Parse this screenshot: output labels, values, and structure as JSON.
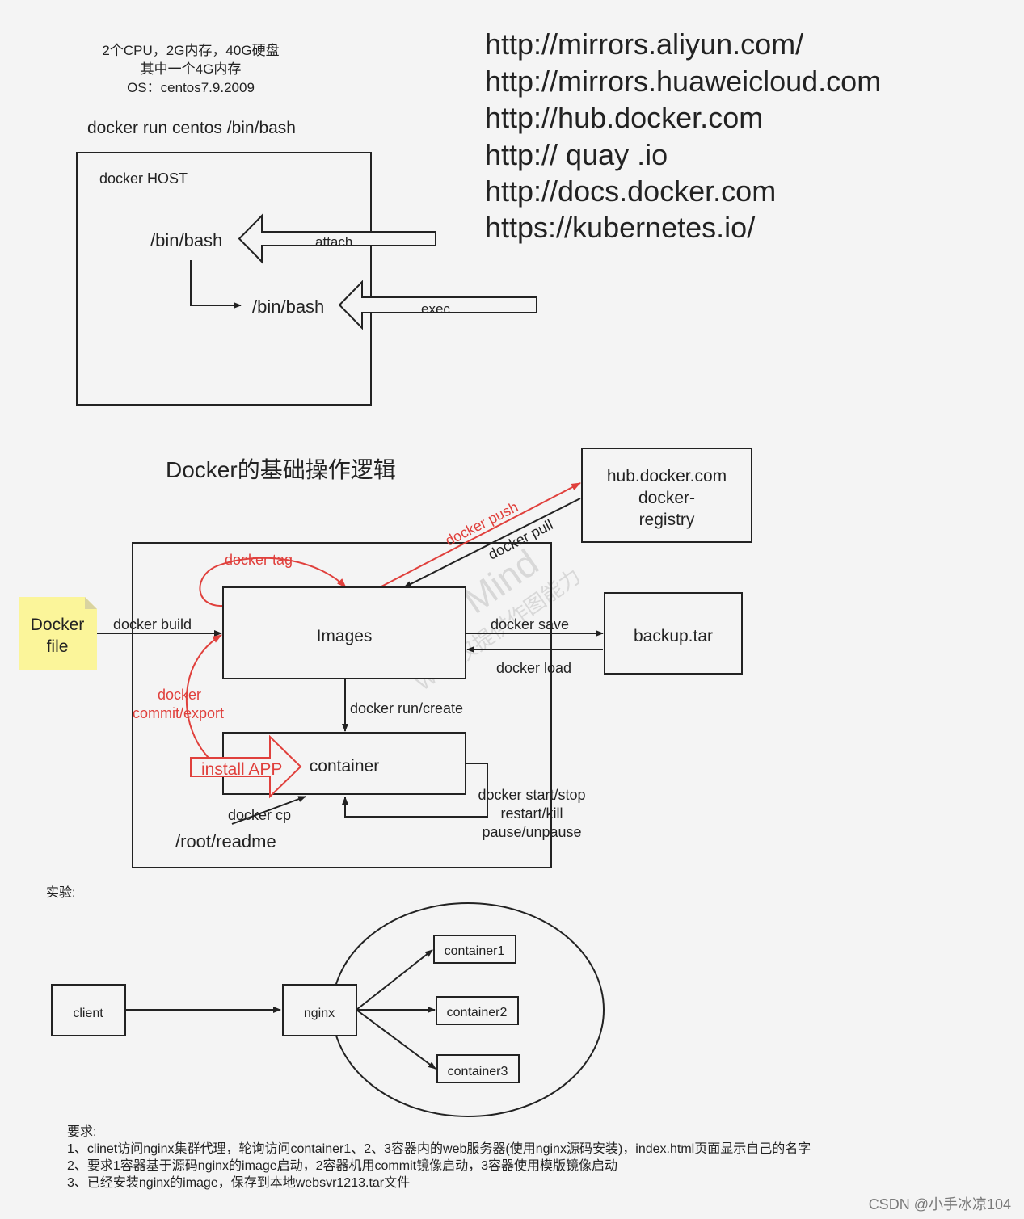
{
  "specs": {
    "line1": "2个CPU，2G内存，40G硬盘",
    "line2": "其中一个4G内存",
    "line3": "OS：centos7.9.2009"
  },
  "run_command": "docker run centos /bin/bash",
  "host_diagram": {
    "host_label": "docker HOST",
    "bash_top": "/bin/bash",
    "bash_bottom": "/bin/bash",
    "attach_label": "attach",
    "exec_label": "exec"
  },
  "urls": [
    "http://mirrors.aliyun.com/",
    "http://mirrors.huaweicloud.com",
    "http://hub.docker.com",
    "http:// quay .io",
    "http://docs.docker.com",
    "https://kubernetes.io/"
  ],
  "logic_diagram": {
    "title": "Docker的基础操作逻辑",
    "registry_line1": "hub.docker.com",
    "registry_line2": "docker-",
    "registry_line3": "registry",
    "docker_push": "docker push",
    "docker_pull": "docker pull",
    "docker_tag": "docker tag",
    "dockerfile_line1": "Docker",
    "dockerfile_line2": "file",
    "docker_build": "docker build",
    "images": "Images",
    "docker_save": "docker save",
    "docker_load": "docker load",
    "backup": "backup.tar",
    "commit_line1": "docker",
    "commit_line2": "commit/export",
    "run_create": "docker run/create",
    "install_app": "install APP",
    "container": "container",
    "lifecycle_line1": "docker start/stop",
    "lifecycle_line2": "restart/kill",
    "lifecycle_line3": "pause/unpause",
    "docker_cp": "docker cp",
    "readme": "/root/readme",
    "watermark_line1": "WPS Mind",
    "watermark_line2": "WPS仅提供作图能力"
  },
  "experiment": {
    "label": "实验:",
    "client": "client",
    "nginx": "nginx",
    "container1": "container1",
    "container2": "container2",
    "container3": "container3"
  },
  "requirements": {
    "heading": "要求:",
    "item1": "1、clinet访问nginx集群代理，轮询访问container1、2、3容器内的web服务器(使用nginx源码安装)，index.html页面显示自己的名字",
    "item2": "2、要求1容器基于源码nginx的image启动，2容器机用commit镜像启动，3容器使用模版镜像启动",
    "item3": "3、已经安装nginx的image，保存到本地websvr1213.tar文件"
  },
  "footer": "CSDN @小手冰凉104",
  "colors": {
    "dark": "#222222",
    "red": "#e0403c",
    "note_yellow": "#fbf59a"
  }
}
